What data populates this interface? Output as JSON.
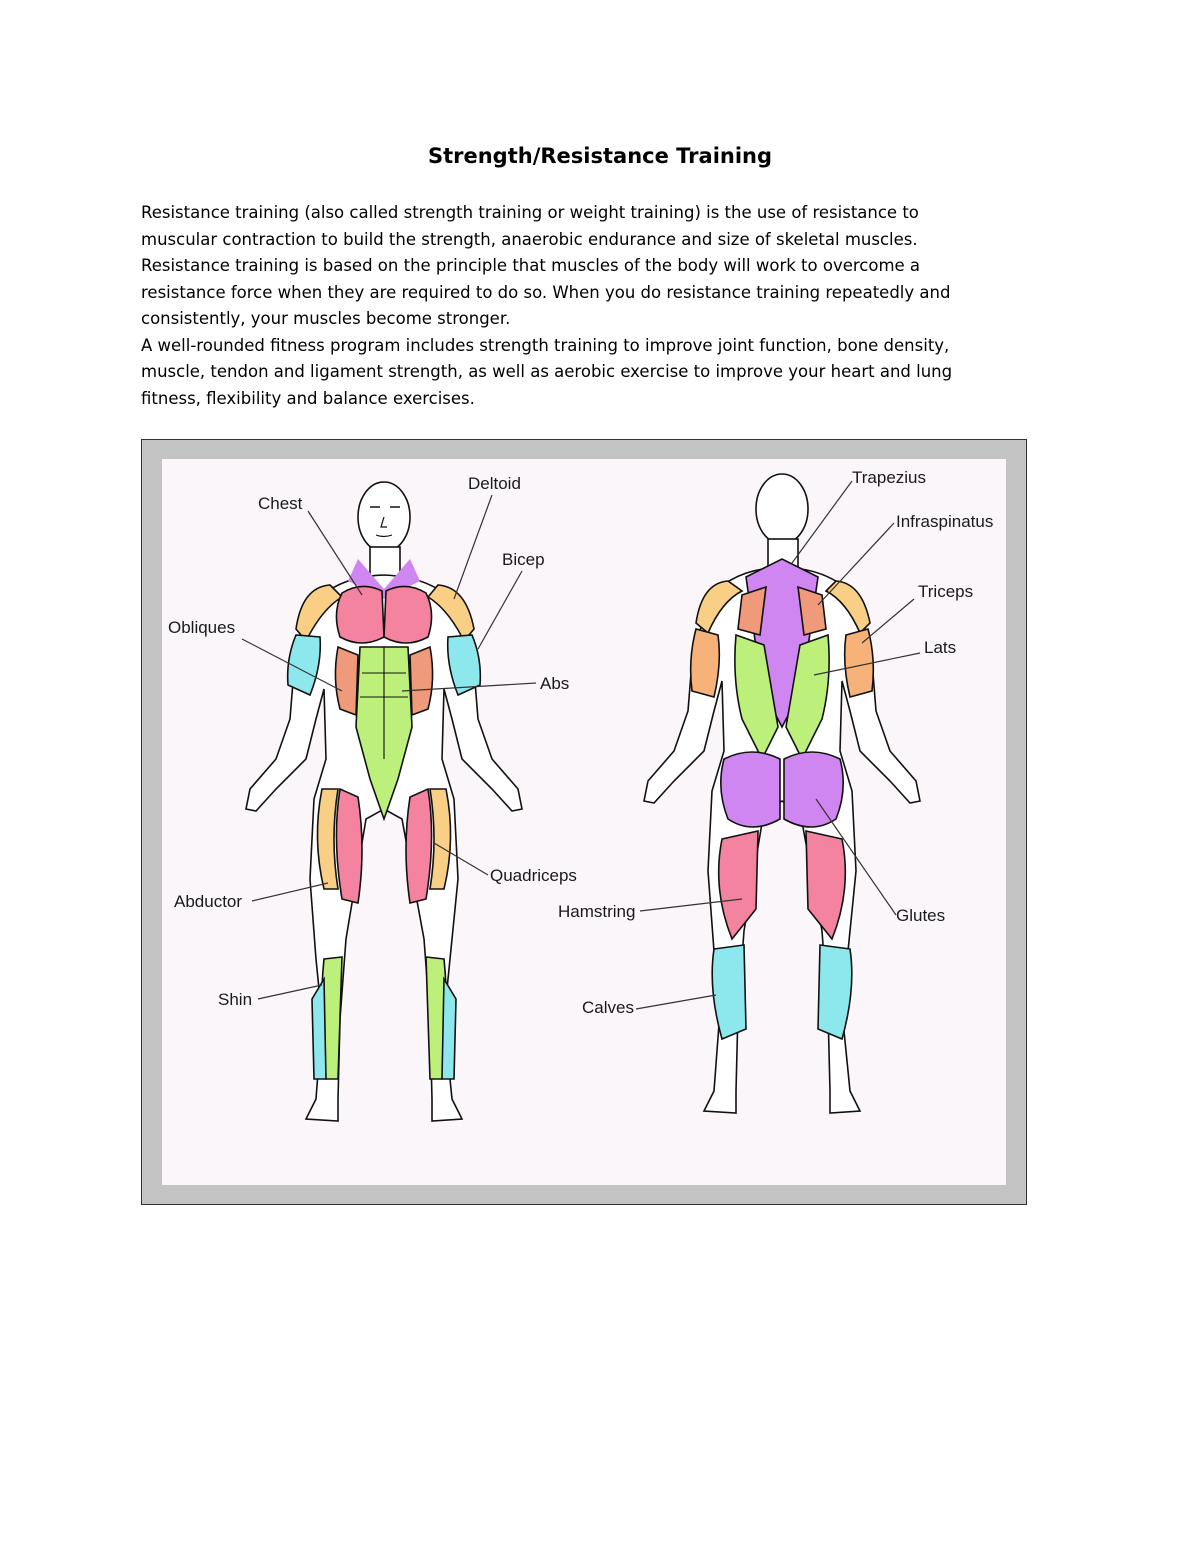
{
  "title": "Strength/Resistance Training",
  "paragraph1_lines": [
    "Resistance training (also called strength training or weight training) is the use of resistance to",
    "muscular contraction to build the strength, anaerobic endurance and size of skeletal muscles.",
    "Resistance training is based on the principle that muscles of the body will work to overcome a",
    "resistance force when they are required to do so. When you do resistance training repeatedly and",
    "consistently, your muscles become stronger."
  ],
  "paragraph2_lines": [
    "A well-rounded fitness program includes strength training to improve joint function, bone density,",
    "muscle, tendon and ligament strength, as well as aerobic exercise to improve your heart and lung",
    "fitness, flexibility and balance exercises."
  ],
  "diagram": {
    "front_labels": {
      "chest": "Chest",
      "deltoid": "Deltoid",
      "bicep": "Bicep",
      "obliques": "Obliques",
      "abs": "Abs",
      "quadriceps": "Quadriceps",
      "abductor": "Abductor",
      "shin": "Shin"
    },
    "back_labels": {
      "trapezius": "Trapezius",
      "infraspinatus": "Infraspinatus",
      "triceps": "Triceps",
      "lats": "Lats",
      "glutes": "Glutes",
      "hamstring": "Hamstring",
      "calves": "Calves"
    },
    "colors": {
      "pink": "#f3839e",
      "purple": "#cf86f0",
      "orange": "#f7b27a",
      "cyan": "#8de8ee",
      "green": "#bdf07a",
      "yellow": "#f8cf84",
      "salmon": "#ef9a7a"
    }
  }
}
